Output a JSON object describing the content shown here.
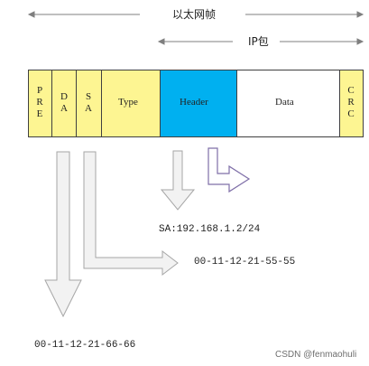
{
  "frame": {
    "title": "以太网帧",
    "ip_title": "IP包"
  },
  "fields": {
    "pre": "PRE",
    "da": "DA",
    "sa": "SA",
    "type": "Type",
    "header": "Header",
    "data": "Data",
    "crc": "CRC"
  },
  "annotations": {
    "ip_sa": "SA:192.168.1.2/24",
    "mac_sa": "00-11-12-21-55-55",
    "mac_da": "00-11-12-21-66-66"
  },
  "watermark": "CSDN @fenmaohuli",
  "colors": {
    "field_yellow": "#fdf592",
    "header_blue": "#00b0f0",
    "arrow_fill": "#f2f2f2",
    "arrow_stroke": "#a6a6a6",
    "arrow_purple": "#7f6fa8"
  }
}
